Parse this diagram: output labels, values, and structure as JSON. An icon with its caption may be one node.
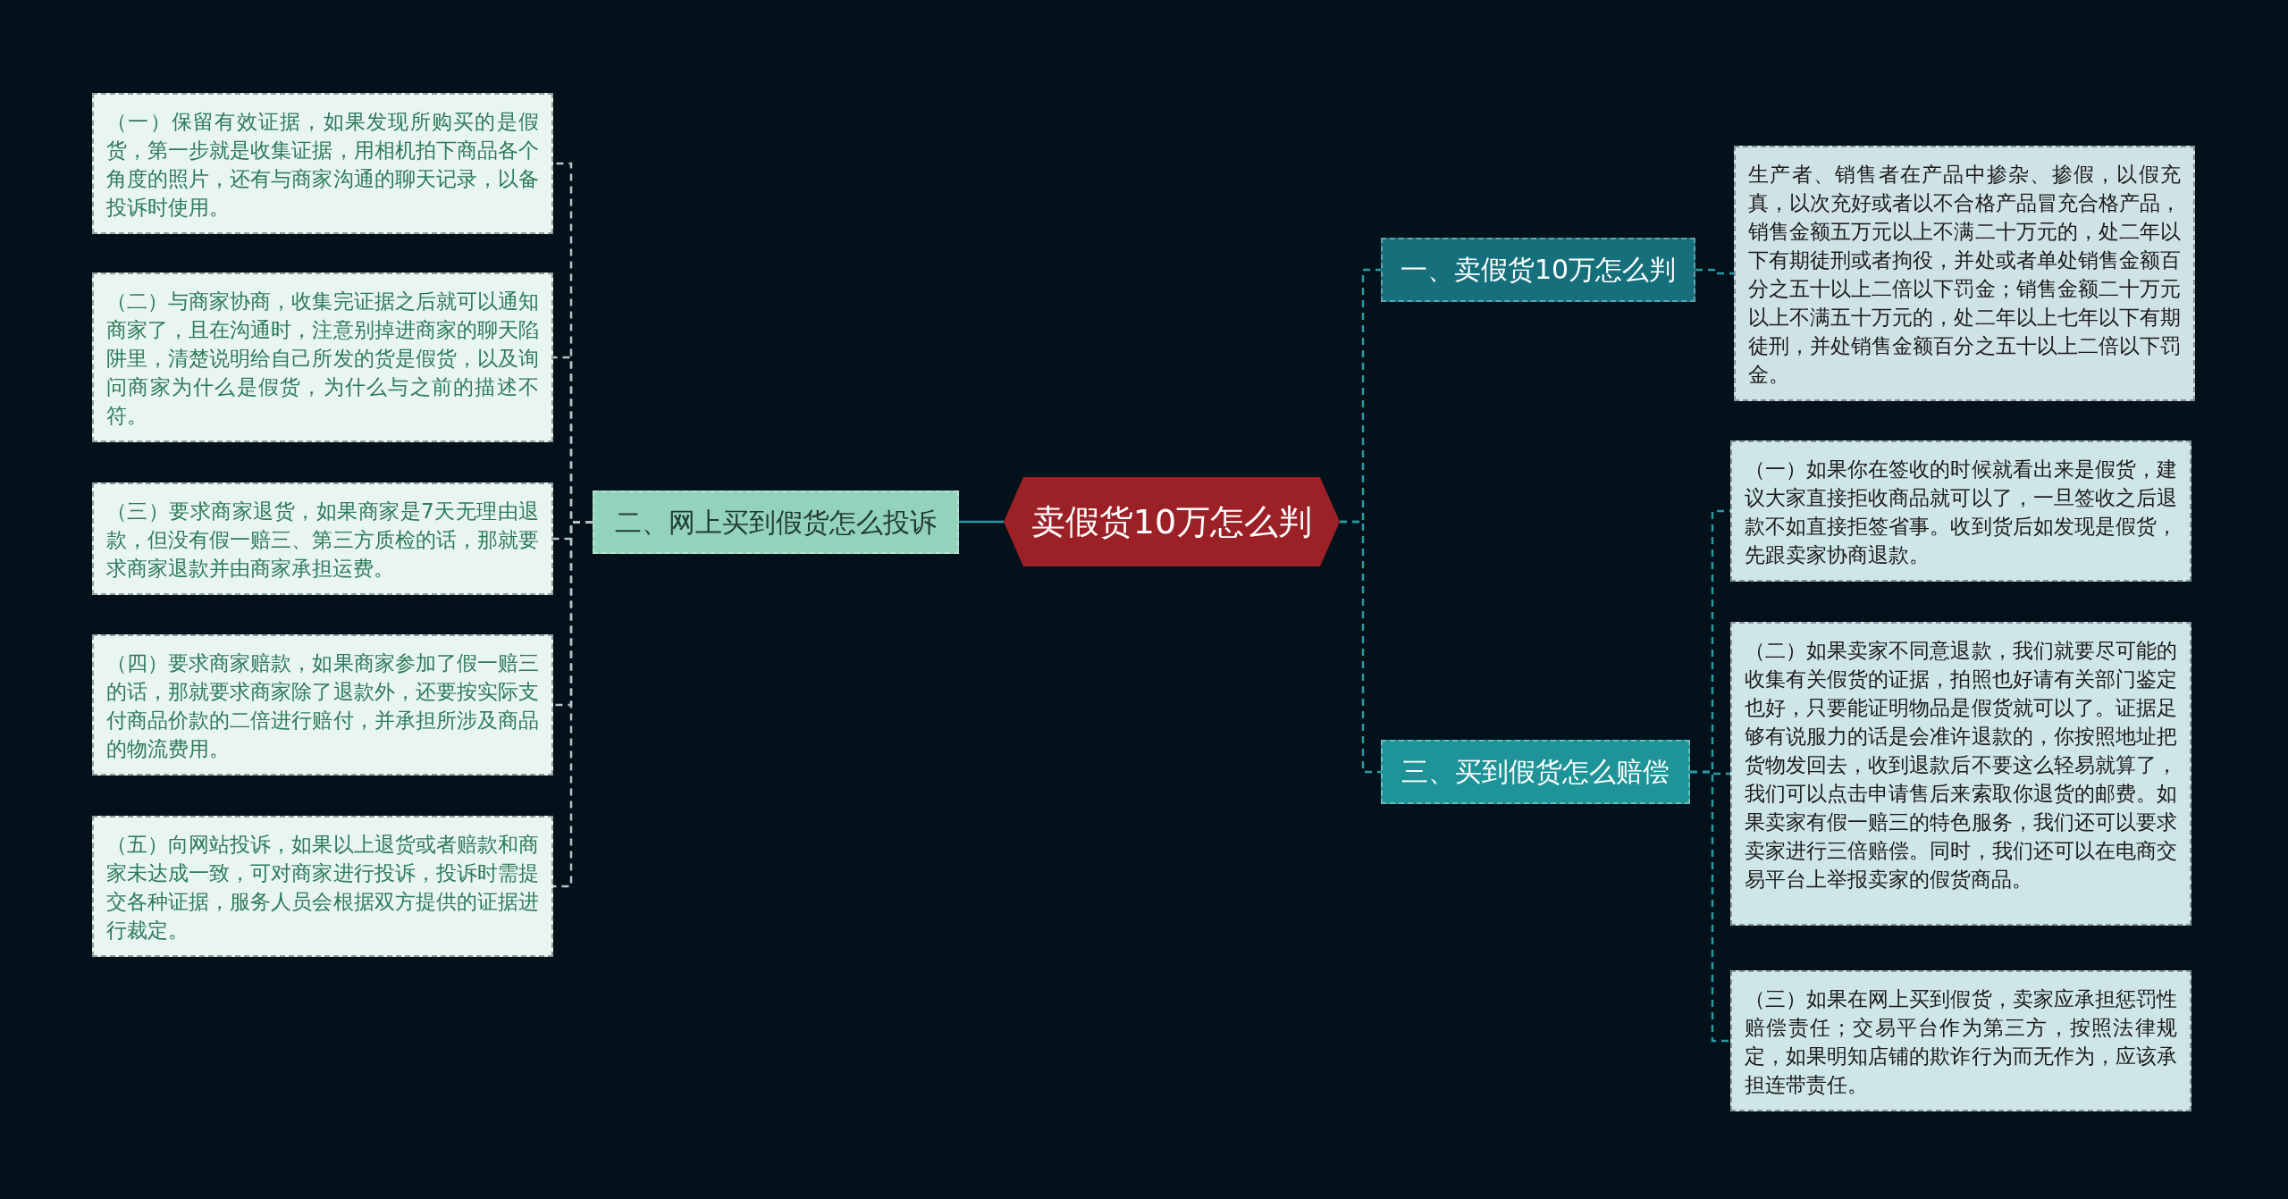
{
  "diagram": {
    "nodes": [
      {
        "text": [
          "卖假货10万怎么判"
        ]
      },
      {
        "text": [
          "一、卖假货10万怎么判"
        ]
      },
      {
        "text": [
          "生产者、销售者在产品中掺杂、掺假，以假充真，以次充好或者以不合格产品冒充合格产品，销售金额五万元以上不满二十万元的，处二年以下有期徒刑或者拘役，并处或者单处销售金额百分之五十以上二倍以下罚金；销售金额二十万元以上不满五十万元的，处二年以上七年以下有期徒刑，并处销售金额百分之五十以上二倍以下罚金。"
        ]
      },
      {
        "text": [
          "二、网上买到假货怎么投诉"
        ]
      },
      {
        "text": [
          "（一）保留有效证据，如果发现所购买的是假货，第一步就是收集证据，用相机拍下商品各个角度的照片，还有与商家沟通的聊天记录，以备投诉时使用。"
        ]
      },
      {
        "text": [
          "（二）与商家协商，收集完证据之后就可以通知商家了，且在沟通时，注意别掉进商家的聊天陷阱里，清楚说明给自己所发的货是假货，以及询问商家为什么是假货，为什么与之前的描述不符。"
        ]
      },
      {
        "text": [
          "（三）要求商家退货，如果商家是7天无理由退款，但没有假一赔三、第三方质检的话，那就要求商家退款并由商家承担运费。"
        ]
      },
      {
        "text": [
          "（四）要求商家赔款，如果商家参加了假一赔三的话，那就要求商家除了退款外，还要按实际支付商品价款的二倍进行赔付，并承担所涉及商品的物流费用。"
        ]
      },
      {
        "text": [
          "（五）向网站投诉，如果以上退货或者赔款和商家未达成一致，可对商家进行投诉，投诉时需提交各种证据，服务人员会根据双方提供的证据进行裁定。"
        ]
      },
      {
        "text": [
          "三、买到假货怎么赔偿"
        ]
      },
      {
        "text": [
          "（一）如果你在签收的时候就看出来是假货，建议大家直接拒收商品就可以了，一旦签收之后退款不如直接拒签省事。收到货后如发现是假货，先跟卖家协商退款。"
        ]
      },
      {
        "text": [
          "（二）如果卖家不同意退款，我们就要尽可能的收集有关假货的证据，拍照也好请有关部门鉴定也好，只要能证明物品是假货就可以了。证据足够有说服力的话是会准许退款的，你按照地址把货物发回去，收到退款后不要这么轻易就算了，我们可以点击申请售后来索取你退货的邮费。如果卖家有假一赔三的特色服务，我们还可以要求卖家进行三倍赔偿。同时，我们还可以在电商交易平台上举报卖家的假货商品。"
        ]
      },
      {
        "text": [
          "（三）如果在网上买到假货，卖家应承担惩罚性赔偿责任；交易平台作为第三方，按照法律规定，如果明知店铺的欺诈行为而无作为，应该承担连带责任。"
        ]
      }
    ],
    "edges": [
      {
        "from": 0,
        "to": 1,
        "arrow": "none",
        "style": "dashed"
      },
      {
        "from": 1,
        "to": 2,
        "arrow": "none",
        "style": "dashed"
      },
      {
        "from": 0,
        "to": 3,
        "arrow": "none"
      },
      {
        "from": 3,
        "to": 4,
        "arrow": "none",
        "style": "dashed",
        "color": "#b9c2c2"
      },
      {
        "from": 3,
        "to": 5,
        "arrow": "none",
        "style": "dashed",
        "color": "#b9c2c2"
      },
      {
        "from": 3,
        "to": 6,
        "arrow": "none",
        "style": "dashed",
        "color": "#b9c2c2"
      },
      {
        "from": 3,
        "to": 7,
        "arrow": "none",
        "style": "dashed",
        "color": "#b9c2c2"
      },
      {
        "from": 3,
        "to": 8,
        "arrow": "none",
        "style": "dashed",
        "color": "#b9c2c2"
      },
      {
        "from": 0,
        "to": 9,
        "arrow": "none",
        "style": "dashed"
      },
      {
        "from": 9,
        "to": 10,
        "arrow": "none",
        "style": "dashed"
      },
      {
        "from": 9,
        "to": 11,
        "arrow": "none",
        "style": "dashed"
      },
      {
        "from": 9,
        "to": 12,
        "arrow": "none",
        "style": "dashed"
      }
    ]
  }
}
